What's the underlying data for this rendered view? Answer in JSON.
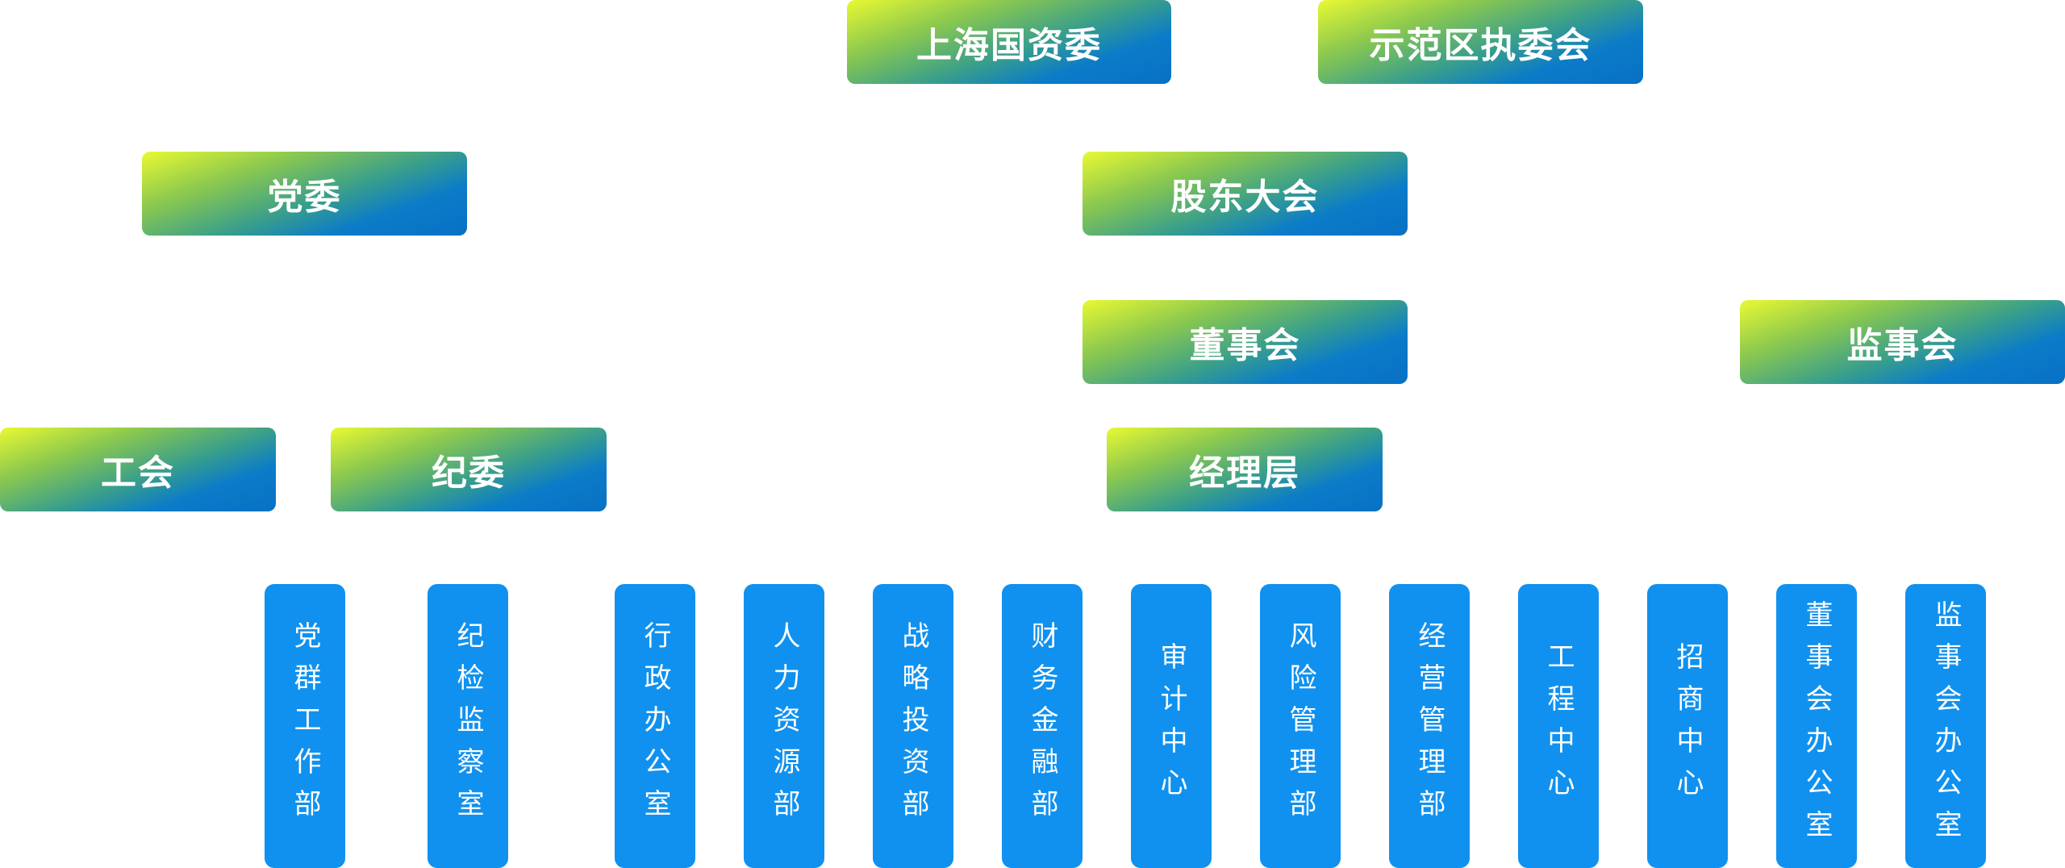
{
  "top_boxes": {
    "sasac": "上海国资委",
    "demo_zone": "示范区执委会",
    "party_committee": "党委",
    "shareholders": "股东大会",
    "board": "董事会",
    "supervisory_board": "监事会",
    "union": "工会",
    "discipline_committee": "纪委",
    "management": "经理层"
  },
  "departments": [
    "党群工作部",
    "纪检监察室",
    "行政办公室",
    "人力资源部",
    "战略投资部",
    "财务金融部",
    "审计中心",
    "风险管理部",
    "经营管理部",
    "工程中心",
    "招商中心",
    "董事会办公室",
    "监事会办公室"
  ],
  "colors": {
    "gradient_start": "#e9f932",
    "gradient_end": "#0870c4",
    "department_blue": "#1091ef",
    "text": "#ffffff"
  }
}
